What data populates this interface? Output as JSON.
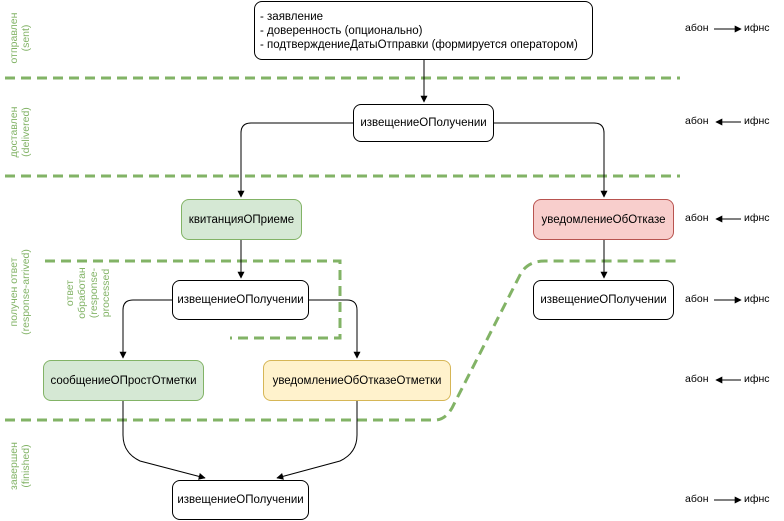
{
  "nodes": {
    "n_doc": [
      "- заявление",
      "- доверенность (опционально)",
      "- подтверждениеДатыОтправки (формируется оператором)"
    ],
    "n_notice1": "извещениеОПолучении",
    "n_receipt": "квитанцияОПриеме",
    "n_refusal": "уведомлениеОбОтказе",
    "n_notice2": "извещениеОПолучении",
    "n_notice3": "извещениеОПолучении",
    "n_mark": "сообщениеОПростОтметки",
    "n_refusal_mark": "уведомлениеОбОтказеОтметки",
    "n_notice4": "извещениеОПолучении"
  },
  "phases": {
    "sent": [
      "отправлен",
      "(sent)"
    ],
    "delivered": [
      "доставлен",
      "(delivered)"
    ],
    "response_arrived": [
      "получен ответ",
      "(response-arrived)"
    ],
    "response_processed": [
      "ответ",
      "обработан",
      "(response-",
      "processed"
    ],
    "finished": [
      "завершен",
      "(finished)"
    ]
  },
  "flows": [
    {
      "from": "абон",
      "to": "ифнс",
      "direction": "right"
    },
    {
      "from": "абон",
      "to": "ифнс",
      "direction": "left"
    },
    {
      "from": "абон",
      "to": "ифнс",
      "direction": "left"
    },
    {
      "from": "абон",
      "to": "ифнс",
      "direction": "right"
    },
    {
      "from": "абон",
      "to": "ифнс",
      "direction": "left"
    },
    {
      "from": "абон",
      "to": "ифнс",
      "direction": "right"
    }
  ],
  "colors": {
    "boundary": "#82b366",
    "receipt_fill": "#d5e8d4",
    "refusal_fill": "#f8cecc",
    "refusal_mark_fill": "#fff2cc"
  }
}
